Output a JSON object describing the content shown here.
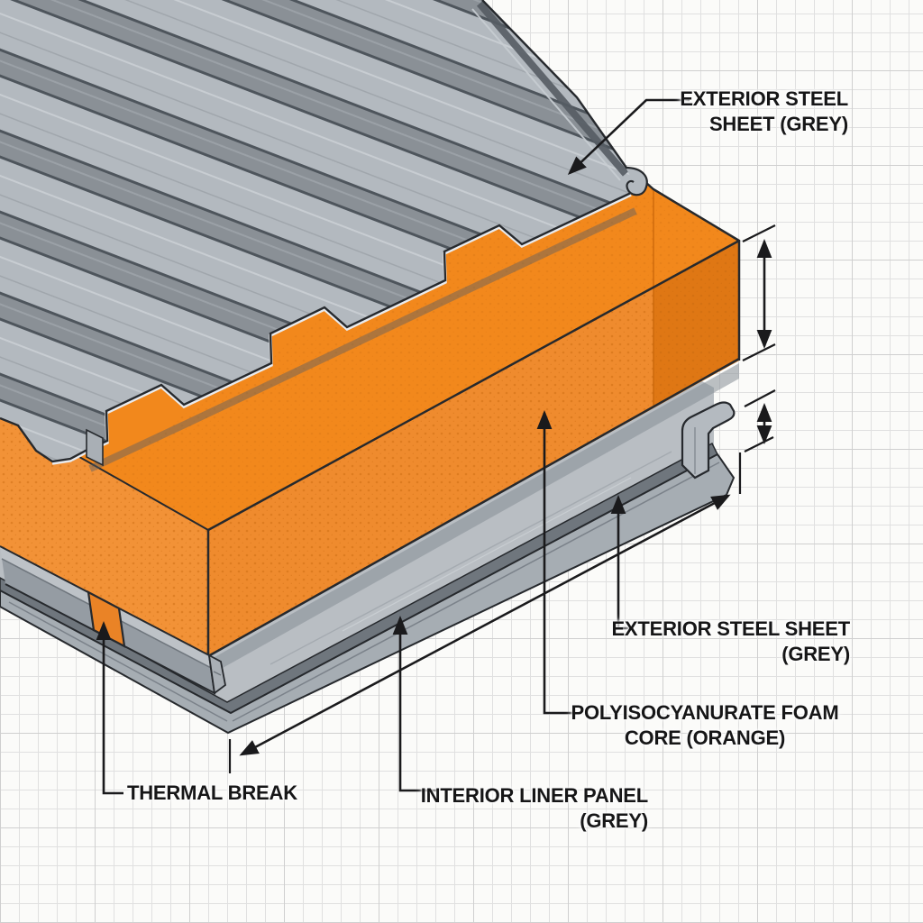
{
  "callouts": {
    "exterior_sheet_top": {
      "line1": "EXTERIOR STEEL",
      "line2": "SHEET (GREY)"
    },
    "exterior_sheet_right": {
      "line1": "EXTERIOR STEEL SHEET",
      "line2": "(GREY)"
    },
    "foam_core": {
      "line1": "POLYISOCYANURATE FOAM",
      "line2": "CORE (ORANGE)"
    },
    "thermal_break": {
      "line1": "THERMAL BREAK"
    },
    "interior_liner": {
      "line1": "INTERIOR LINER PANEL",
      "line2": "(GREY)"
    }
  },
  "colors": {
    "foam_front": "#EF8B2E",
    "foam_left": "#F29237",
    "foam_top": "#F2881C",
    "foam_right": "#DF7714",
    "thermal_block": "#EA8326",
    "steel_pan": "#B3B9BF",
    "steel_rib": "#8A9096",
    "steel_shadow": "#4E555C",
    "liner_top": "#B9BEC3",
    "liner_front": "#6F767D",
    "liner_lip": "#A6ADB3",
    "outline": "#26292D",
    "leader": "#1A1A1C",
    "grid": "#E0E0E0",
    "background": "#FBFBF9"
  }
}
